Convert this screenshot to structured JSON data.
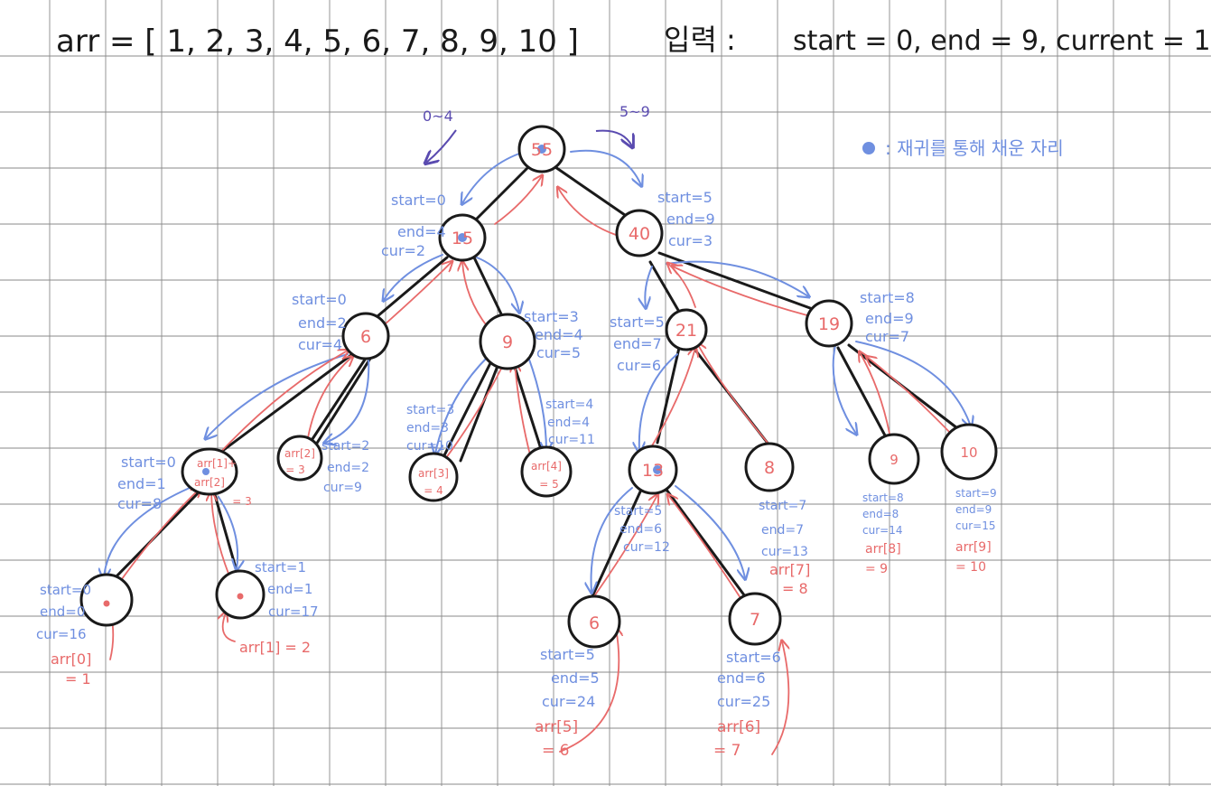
{
  "header": {
    "array_line": "arr = [ 1, 2, 3, 4, 5, 6, 7, 8, 9, 10 ]",
    "input_label": "입력 :",
    "input_values": "start = 0,   end = 9,   current = 1"
  },
  "legend": {
    "text": ": 재귀를 통해 채운 자리"
  },
  "direction_labels": {
    "left": "0~4",
    "right": "5~9"
  },
  "colors": {
    "grid": "#8a8a8a",
    "ink": "#1a1a1a",
    "blue": "#6f8fe0",
    "red": "#e86a6a",
    "purple": "#5a4bb0"
  },
  "nodes": {
    "n1": {
      "value": "55"
    },
    "n2": {
      "value": "15"
    },
    "n3": {
      "value": "40"
    },
    "n4": {
      "value": "6"
    },
    "n5": {
      "value": "9"
    },
    "n6": {
      "value": "21"
    },
    "n7": {
      "value": "19"
    },
    "n8": {
      "l1": "arr[1]+",
      "l2": "arr[2]",
      "l3": "= 3"
    },
    "n9": {
      "l1": "arr[2]",
      "l2": "= 3"
    },
    "n10": {
      "l1": "arr[3]",
      "l2": "= 4"
    },
    "n11": {
      "l1": "arr[4]",
      "l2": "= 5"
    },
    "n12": {
      "value": "13"
    },
    "n13": {
      "value": "8"
    },
    "n14": {
      "value": "9"
    },
    "n15": {
      "value": "10"
    },
    "n16": {
      "value": "6"
    },
    "n17": {
      "value": "7"
    }
  },
  "params": {
    "p2": {
      "l1": "start=0",
      "l2": "end=4",
      "l3": "cur=2"
    },
    "p3": {
      "l1": "start=5",
      "l2": "end=9",
      "l3": "cur=3"
    },
    "p4": {
      "l1": "start=0",
      "l2": "end=2",
      "l3": "cur=4"
    },
    "p5": {
      "l1": "start=3",
      "l2": "end=4",
      "l3": "cur=5"
    },
    "p6": {
      "l1": "start=5",
      "l2": "end=7",
      "l3": "cur=6"
    },
    "p7": {
      "l1": "start=8",
      "l2": "end=9",
      "l3": "cur=7"
    },
    "p8": {
      "l1": "start=0",
      "l2": "end=1",
      "l3": "cur=8"
    },
    "p9": {
      "l1": "start=2",
      "l2": "end=2",
      "l3": "cur=9"
    },
    "p10": {
      "l1": "start=3",
      "l2": "end=3",
      "l3": "cur=10"
    },
    "p11": {
      "l1": "start=4",
      "l2": "end=4",
      "l3": "cur=11"
    },
    "p12": {
      "l1": "start=5",
      "l2": "end=6",
      "l3": "cur=12"
    },
    "p13": {
      "l1": "start=7",
      "l2": "end=7",
      "l3": "cur=13",
      "r1": "arr[7]",
      "r2": "= 8"
    },
    "p14": {
      "l1": "start=8",
      "l2": "end=8",
      "l3": "cur=14",
      "r1": "arr[8]",
      "r2": "= 9"
    },
    "p15": {
      "l1": "start=9",
      "l2": "end=9",
      "l3": "cur=15",
      "r1": "arr[9]",
      "r2": "= 10"
    },
    "p16": {
      "l1": "start=0",
      "l2": "end=0",
      "l3": "cur=16",
      "r1": "arr[0]",
      "r2": "= 1"
    },
    "p17": {
      "l1": "start=1",
      "l2": "end=1",
      "l3": "cur=17",
      "r1": "arr[1] = 2"
    },
    "p24": {
      "l1": "start=5",
      "l2": "end=5",
      "l3": "cur=24",
      "r1": "arr[5]",
      "r2": "= 6"
    },
    "p25": {
      "l1": "start=6",
      "l2": "end=6",
      "l3": "cur=25",
      "r1": "arr[6]",
      "r2": "= 7"
    }
  }
}
